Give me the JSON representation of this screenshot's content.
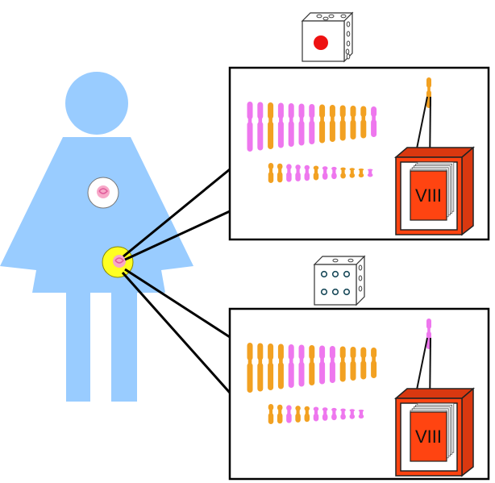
{
  "colors": {
    "figure": "#99ccff",
    "chrom_pink": "#ee77ee",
    "chrom_orange": "#f2a122",
    "book_red": "#ff4411",
    "book_side": "#d93810",
    "egg_yellow": "#ffff22",
    "die_pip_red": "#ee1111",
    "panel_border": "#000000"
  },
  "icons": {
    "die_one": "die-one-icon",
    "die_six": "die-six-icon",
    "book": "book-icon"
  },
  "panels": [
    {
      "id": "top",
      "book_label": "VIII",
      "big_row": [
        "pink",
        "pink",
        "orange",
        "pink",
        "pink",
        "pink",
        "pink",
        "orange",
        "orange",
        "orange",
        "orange",
        "orange",
        "pink"
      ],
      "small_row": [
        "orange",
        "orange",
        "pink",
        "pink",
        "pink",
        "orange",
        "pink",
        "pink",
        "orange",
        "orange",
        "orange",
        "pink"
      ],
      "highlight_color": "orange"
    },
    {
      "id": "bottom",
      "book_label": "VIII",
      "big_row": [
        "orange",
        "orange",
        "orange",
        "orange",
        "pink",
        "pink",
        "orange",
        "pink",
        "pink",
        "orange",
        "orange",
        "orange",
        "orange"
      ],
      "small_row": [
        "orange",
        "orange",
        "pink",
        "orange",
        "orange",
        "pink",
        "pink",
        "pink",
        "pink",
        "pink",
        "pink"
      ],
      "highlight_color": "pink"
    }
  ]
}
